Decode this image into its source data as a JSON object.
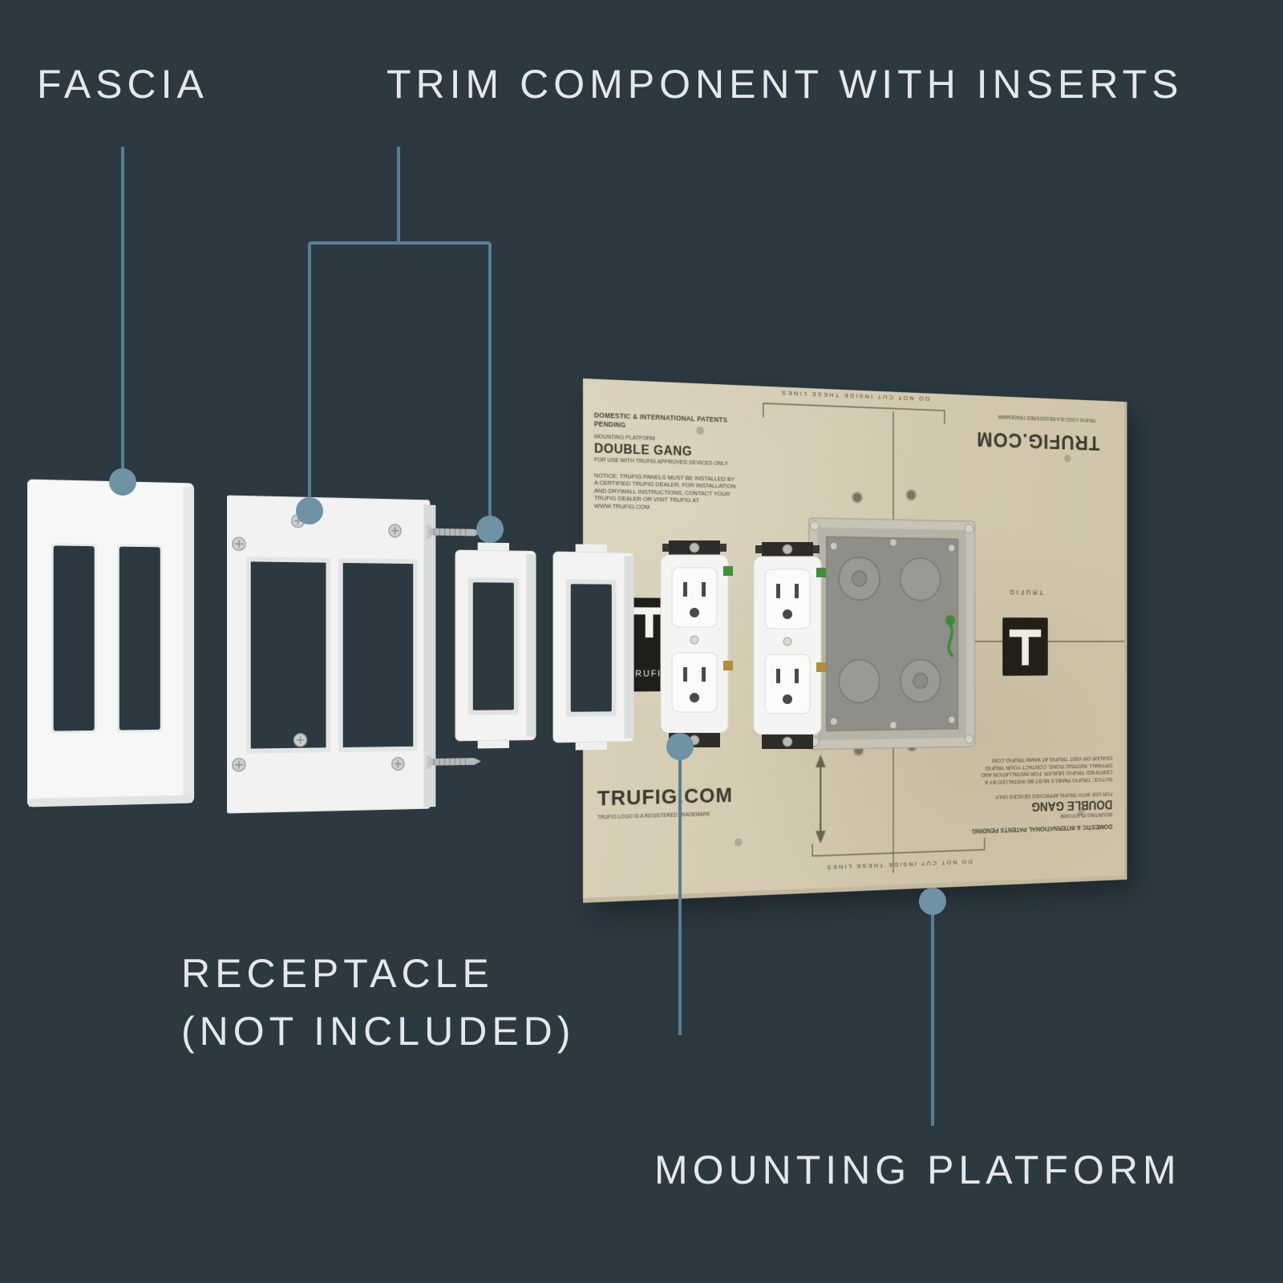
{
  "meta": {
    "description": "Exploded assembly diagram of a Trufig double-gang flush-mount receptacle system"
  },
  "colors": {
    "background": "#2c3941",
    "label_text": "#e4e8ea",
    "leader_line": "#5a7e91",
    "leader_dot": "#6f93a5",
    "component_white": "#f4f5f4",
    "platform_tan": "#d6cdb4",
    "platform_print": "#4a4437",
    "metal_box": "#8e8f89",
    "ground_green": "#3f8a3a"
  },
  "labels": {
    "fascia": "FASCIA",
    "trim": "TRIM COMPONENT WITH INSERTS",
    "receptacle_line1": "RECEPTACLE",
    "receptacle_line2": "(NOT INCLUDED)",
    "mounting_platform": "MOUNTING PLATFORM"
  },
  "platform_print": {
    "patents": "DOMESTIC & INTERNATIONAL PATENTS PENDING",
    "mounting_platform": "MOUNTING PLATFORM",
    "double_gang": "DOUBLE GANG",
    "approved": "FOR USE WITH TRUFIG APPROVED DEVICES ONLY",
    "notice": "NOTICE: TRUFIG PANELS MUST BE INSTALLED BY A CERTIFIED TRUFIG DEALER. FOR INSTALLATION AND DRYWALL INSTRUCTIONS, CONTACT YOUR TRUFIG DEALER OR VISIT TRUFIG AT WWW.TRUFIG.COM",
    "do_not_cut": "DO NOT CUT INSIDE THESE LINES",
    "trufig_url": "TRUFIG.COM",
    "trademark": "TRUFIG LOGO IS A REGISTERED TRADEMARK",
    "brand": "TRUFIG",
    "logo_letter": "T"
  }
}
